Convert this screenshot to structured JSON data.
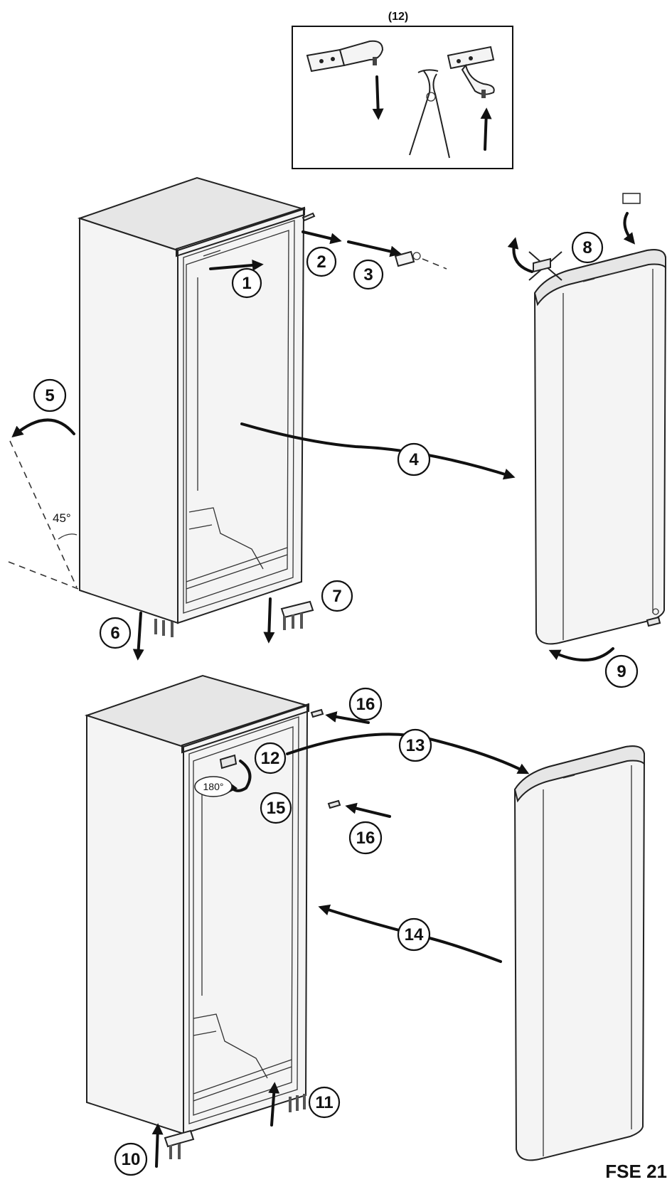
{
  "inset": {
    "title": "(12)"
  },
  "steps_top": [
    "1",
    "2",
    "3",
    "4",
    "5",
    "6",
    "7",
    "8",
    "9"
  ],
  "steps_bottom": [
    "10",
    "11",
    "12",
    "13",
    "14",
    "15",
    "16",
    "16"
  ],
  "angle_tilt": "45°",
  "angle_rotate": "180°",
  "model_label": "FSE 21"
}
